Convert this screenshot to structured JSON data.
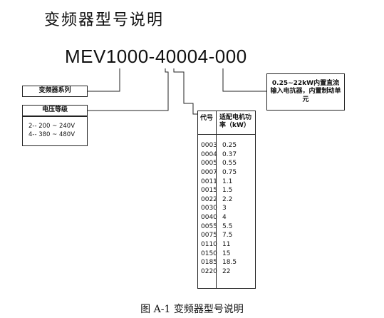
{
  "title": "变频器型号说明",
  "model_code": "MEV1000-40004-000",
  "series_label": "变频器系列",
  "voltage": {
    "label": "电压等级",
    "lines": [
      "2-- 200 ~ 240V",
      "4-- 380 ~ 480V"
    ]
  },
  "option_label": "0.25~22kW内置直流输入电抗器，内置制动单元",
  "table": {
    "header_code": "代号",
    "header_power": "适配电机功率（kW）",
    "rows": [
      {
        "code": "0003",
        "power": "0.25"
      },
      {
        "code": "0004",
        "power": "0.37"
      },
      {
        "code": "0005",
        "power": "0.55"
      },
      {
        "code": "0007",
        "power": "0.75"
      },
      {
        "code": "0011",
        "power": "1.1"
      },
      {
        "code": "0015",
        "power": "1.5"
      },
      {
        "code": "0022",
        "power": "2.2"
      },
      {
        "code": "0030",
        "power": "3"
      },
      {
        "code": "0040",
        "power": "4"
      },
      {
        "code": "0055",
        "power": "5.5"
      },
      {
        "code": "0075",
        "power": "7.5"
      },
      {
        "code": "0110",
        "power": "11"
      },
      {
        "code": "0150",
        "power": "15"
      },
      {
        "code": "0185",
        "power": "18.5"
      },
      {
        "code": "0220",
        "power": "22"
      }
    ]
  },
  "caption": "图 A-1 变频器型号说明"
}
